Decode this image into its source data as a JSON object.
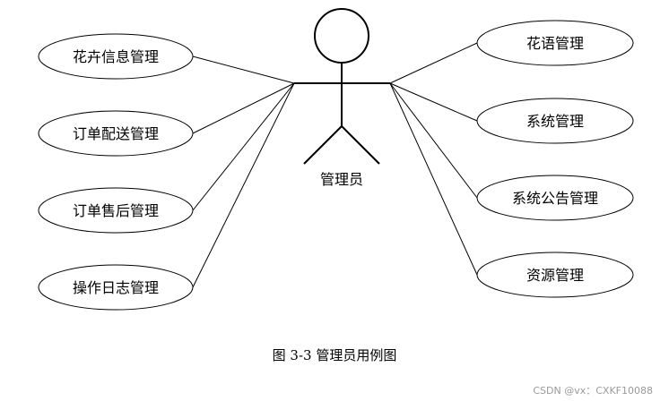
{
  "actor": {
    "label": "管理员"
  },
  "left_use_cases": [
    {
      "label": "花卉信息管理"
    },
    {
      "label": "订单配送管理"
    },
    {
      "label": "订单售后管理"
    },
    {
      "label": "操作日志管理"
    }
  ],
  "right_use_cases": [
    {
      "label": "花语管理"
    },
    {
      "label": "系统管理"
    },
    {
      "label": "系统公告管理"
    },
    {
      "label": "资源管理"
    }
  ],
  "caption": "图 3-3 管理员用例图",
  "watermark": "CSDN @vx：CXKF10088"
}
